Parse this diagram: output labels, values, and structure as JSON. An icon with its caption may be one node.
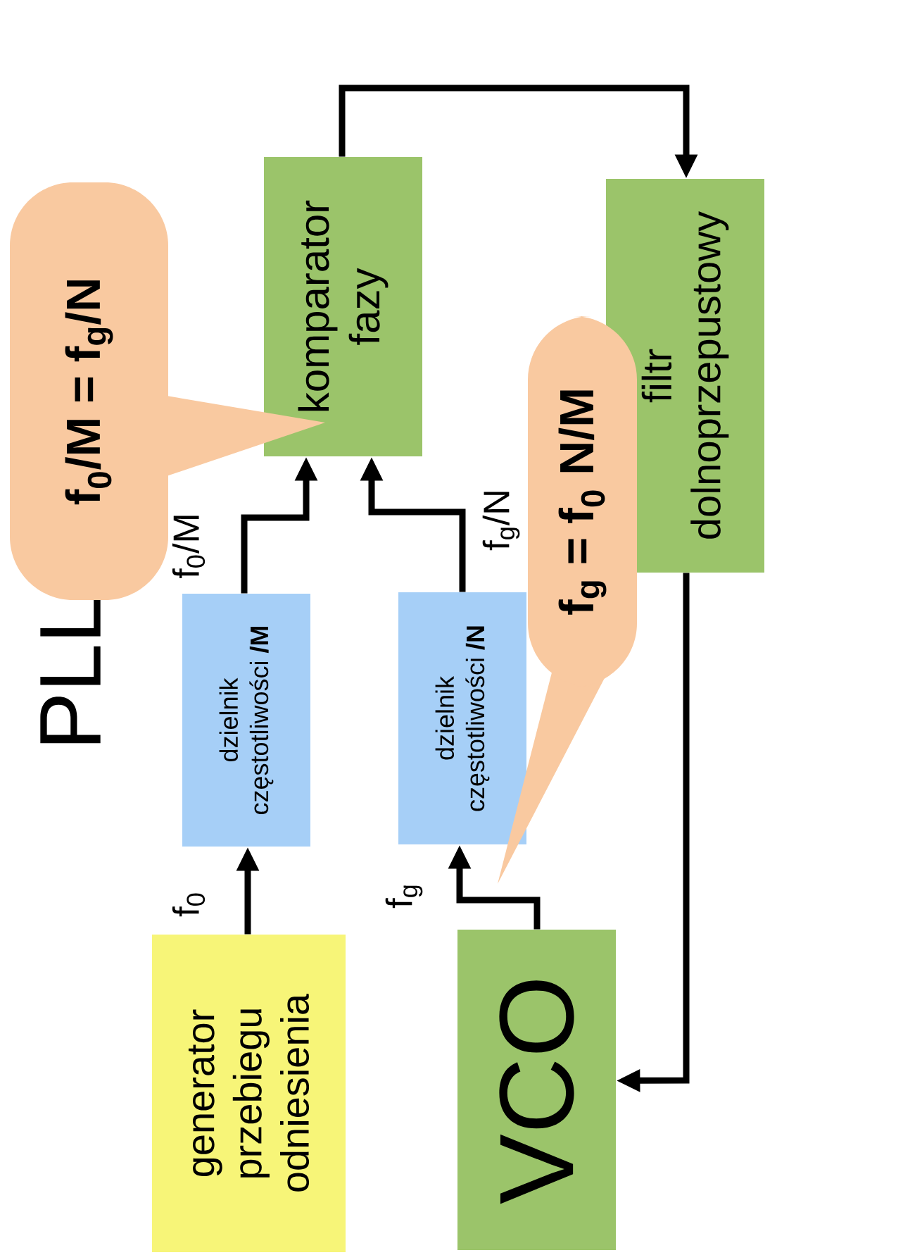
{
  "diagram": {
    "title": "PLL",
    "nodes": [
      {
        "text": [
          "generator przebiegu odniesienia"
        ]
      },
      {
        "text": [
          "dzielnik częstotliwości **/M**"
        ]
      },
      {
        "text": [
          "komparator fazy"
        ]
      },
      {
        "text": [
          "VCO"
        ]
      },
      {
        "text": [
          "dzielnik częstotliwości **/N**"
        ]
      },
      {
        "text": [
          "filtr dolnoprzepustowy"
        ]
      },
      {
        "text": [
          "f$_{0}$/M = f$_{g}$/N"
        ]
      },
      {
        "text": [
          "f$_{g}$ = f$_{0}$ N/M"
        ]
      }
    ],
    "edges": [
      {
        "from": 0,
        "to": 1,
        "arrow": "to"
      },
      {
        "from": 1,
        "to": 2,
        "arrow": "to"
      },
      {
        "from": 3,
        "to": 4,
        "arrow": "to"
      },
      {
        "from": 4,
        "to": 2,
        "arrow": "to"
      },
      {
        "from": 2,
        "to": 5,
        "arrow": "to"
      },
      {
        "from": 5,
        "to": 3,
        "arrow": "to"
      }
    ],
    "labels": [
      "f$_{0}$",
      "f$_{0}$/M",
      "f$_{g}$",
      "f$_{g}$/N"
    ]
  }
}
